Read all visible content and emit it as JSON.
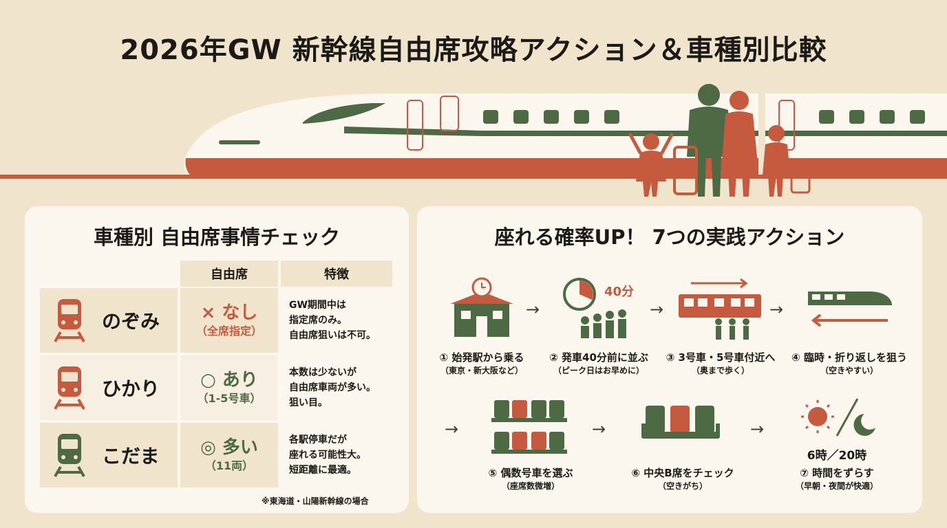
{
  "title": "2026年GW 新幹線自由席攻略アクション＆車種別比較",
  "colors": {
    "accent_red": "#c65a3f",
    "accent_green": "#4e6a45",
    "background": "#f1e4cc",
    "panel": "#fbf7ef"
  },
  "comparison": {
    "title": "車種別 自由席事情チェック",
    "headers": {
      "seat": "自由席",
      "feature": "特徴"
    },
    "rows": [
      {
        "name": "のぞみ",
        "seat": "× なし",
        "seat_sub": "（全席指定）",
        "feature": "GW期間中は\n指定席のみ。\n自由席狙いは不可。",
        "icon": "train-front-icon",
        "color": "#c65a3f"
      },
      {
        "name": "ひかり",
        "seat": "○ あり",
        "seat_sub": "（1-5号車）",
        "feature": "本数は少ないが\n自由席車両が多い。\n狙い目。",
        "icon": "train-front-icon",
        "color": "#c65a3f"
      },
      {
        "name": "こだま",
        "seat": "◎ 多い",
        "seat_sub": "（11両）",
        "feature": "各駅停車だが\n座れる可能性大。\n短距離に最適。",
        "icon": "train-front-icon",
        "color": "#4e6a45"
      }
    ],
    "note": "※東海道・山陽新幹線の場合"
  },
  "actions": {
    "title": "座れる確率UP！ 7つの実践アクション",
    "items": [
      {
        "label": "① 始発駅から乗る",
        "sub": "（東京・新大阪など）",
        "icon": "station-clock-icon"
      },
      {
        "label": "② 発車40分前に並ぶ",
        "sub": "（ピーク日はお早めに）",
        "icon": "queue-timer-icon",
        "badge": "40分"
      },
      {
        "label": "③ 3号車・5号車付近へ",
        "sub": "（奥まで歩く）",
        "icon": "walk-to-car-icon"
      },
      {
        "label": "④ 臨時・折り返しを狙う",
        "sub": "（空きやすい）",
        "icon": "return-train-icon"
      },
      {
        "label": "⑤ 偶数号車を選ぶ",
        "sub": "（座席数微増）",
        "icon": "seat-grid-icon"
      },
      {
        "label": "⑥ 中央B席をチェック",
        "sub": "（空きがち）",
        "icon": "middle-seat-icon"
      },
      {
        "label": "⑦ 時間をずらす",
        "sub": "（早朝・夜間が快適）",
        "icon": "sun-moon-icon",
        "badge": "6時／20時"
      }
    ]
  }
}
